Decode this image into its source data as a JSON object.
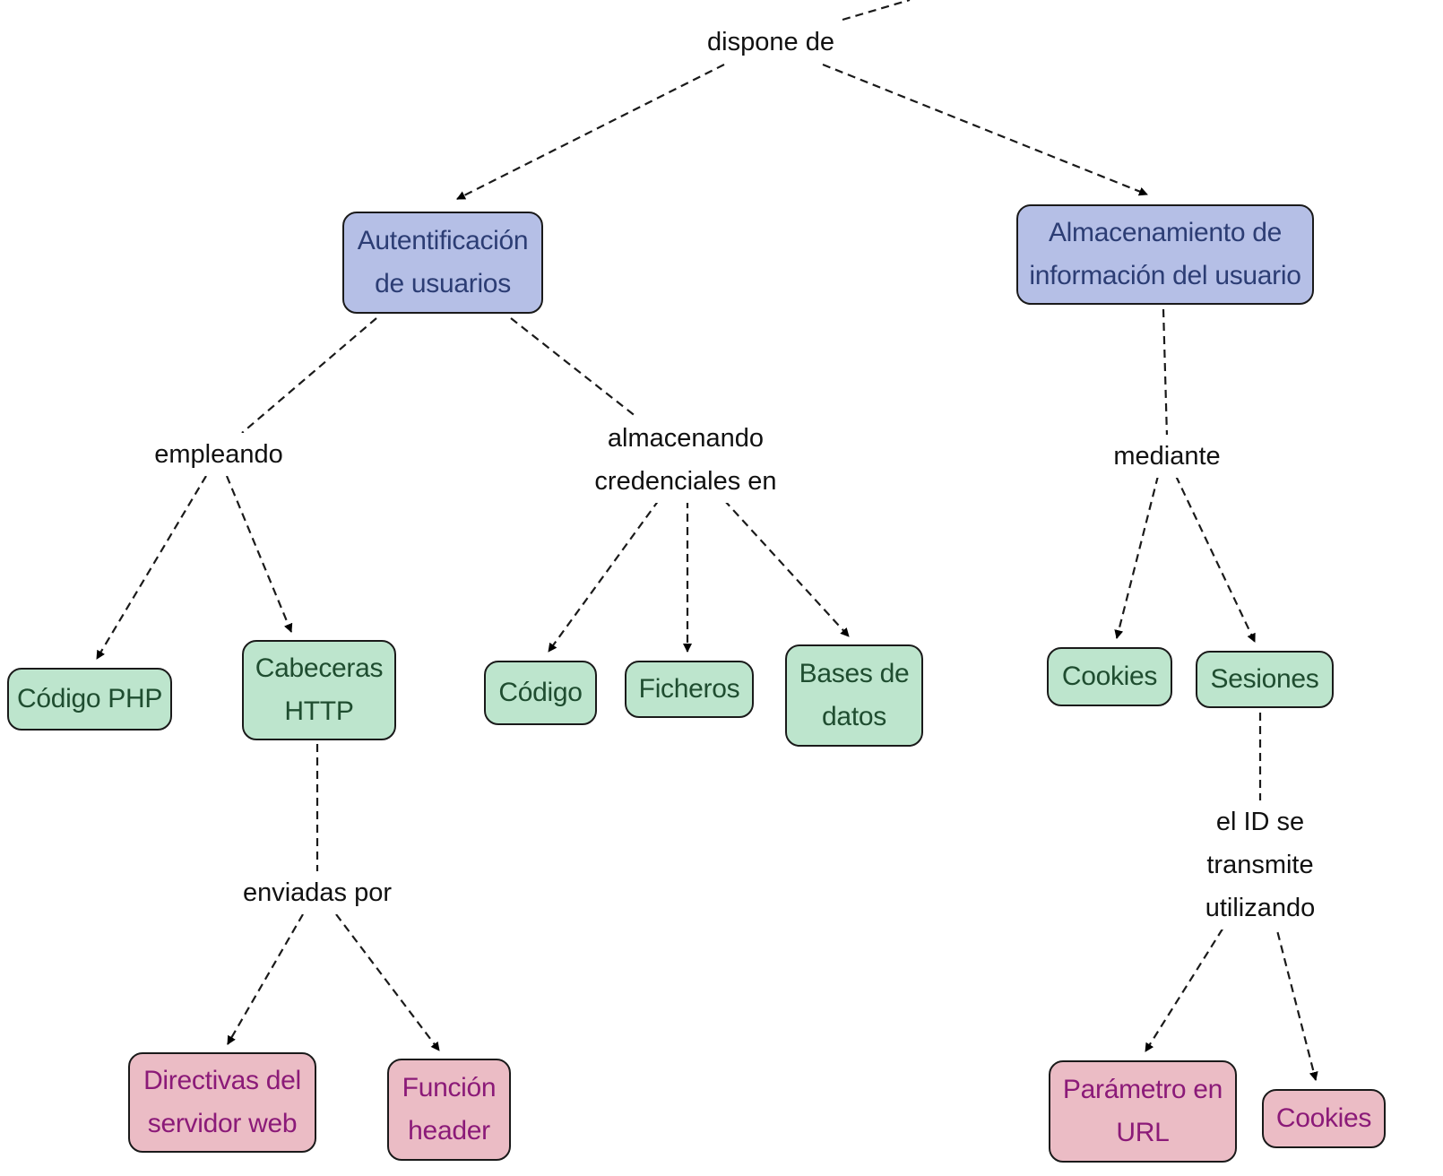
{
  "colors": {
    "concept_level1": "#b5bfe6",
    "concept_level2": "#bde5cd",
    "concept_level3": "#ebbcc5",
    "line": "#1a1a1a"
  },
  "nodes": {
    "autentificacion": "Autentificación\nde usuarios",
    "almacenamiento": "Almacenamiento de\ninformación del usuario",
    "codigo_php": "Código PHP",
    "cabeceras_http": "Cabeceras\nHTTP",
    "codigo": "Código",
    "ficheros": "Ficheros",
    "bases_datos": "Bases de\ndatos",
    "cookies_1": "Cookies",
    "sesiones": "Sesiones",
    "directivas": "Directivas del\nservidor web",
    "funcion_header": "Función\nheader",
    "parametro_url": "Parámetro en\nURL",
    "cookies_2": "Cookies"
  },
  "links": {
    "dispone_de": "dispone de",
    "empleando": "empleando",
    "almacenando": "almacenando\ncredenciales en",
    "mediante": "mediante",
    "enviadas_por": "enviadas por",
    "id_transmite": "el ID se transmite\nutilizando"
  }
}
